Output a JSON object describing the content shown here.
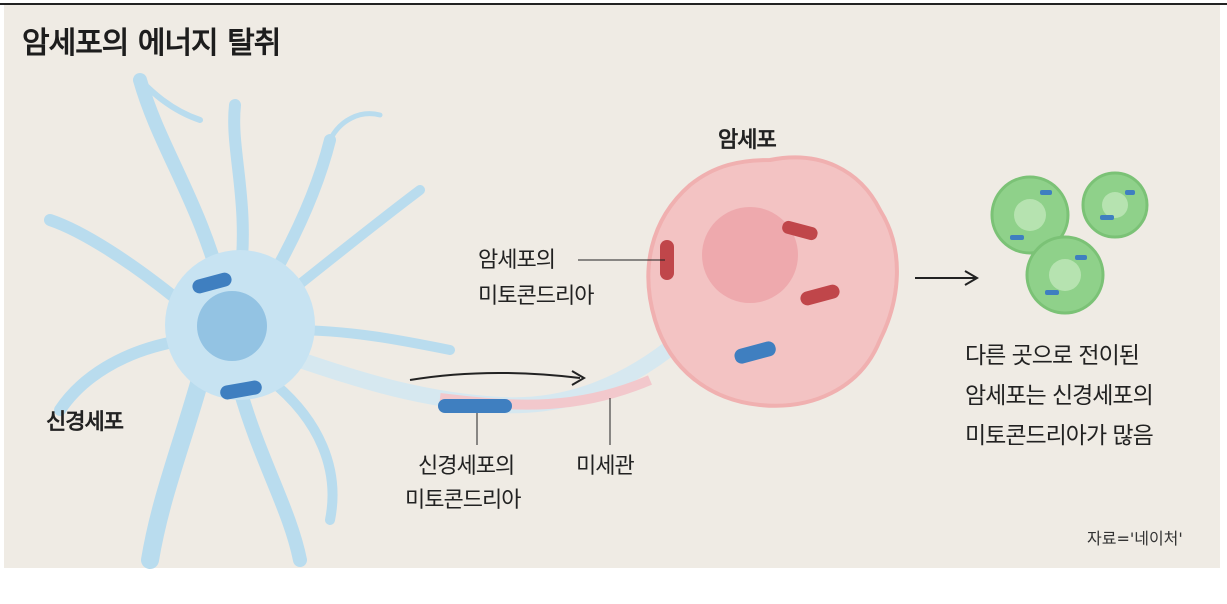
{
  "title": "암세포의 에너지 탈취",
  "labels": {
    "neuron": "신경세포",
    "cancer_cell": "암세포",
    "cancer_mito_line1": "암세포의",
    "cancer_mito_line2": "미토콘드리아",
    "neuron_mito_line1": "신경세포의",
    "neuron_mito_line2": "미토콘드리아",
    "microtubule": "미세관"
  },
  "note": {
    "line1": "다른 곳으로 전이된",
    "line2": "암세포는 신경세포의",
    "line3": "미토콘드리아가 많음"
  },
  "source": "자료='네이처'",
  "colors": {
    "background": "#efebe4",
    "neuron": "#b9dcee",
    "cancer": "#f3c3c3",
    "metastasis": "#8fd18a",
    "neuron_mito": "#3f7fc0",
    "cancer_mito": "#c0464a"
  }
}
